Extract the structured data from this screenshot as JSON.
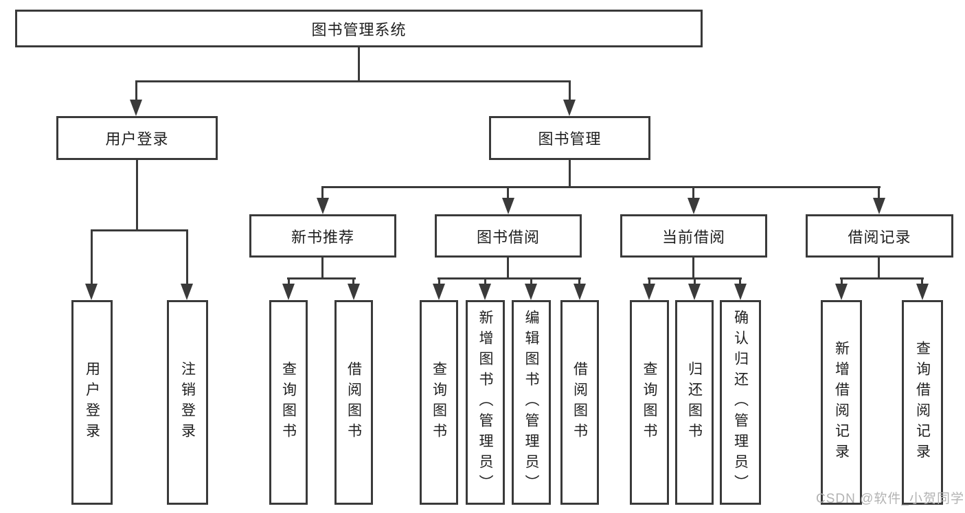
{
  "tree": {
    "label": "图书管理系统",
    "children": [
      {
        "label": "用户登录",
        "children": [
          {
            "label": "用户登录"
          },
          {
            "label": "注销登录"
          }
        ]
      },
      {
        "label": "图书管理",
        "children": [
          {
            "label": "新书推荐",
            "children": [
              {
                "label": "查询图书"
              },
              {
                "label": "借阅图书"
              }
            ]
          },
          {
            "label": "图书借阅",
            "children": [
              {
                "label": "查询图书"
              },
              {
                "label": "新增图书（管理员）"
              },
              {
                "label": "编辑图书（管理员）"
              },
              {
                "label": "借阅图书"
              }
            ]
          },
          {
            "label": "当前借阅",
            "children": [
              {
                "label": "查询图书"
              },
              {
                "label": "归还图书"
              },
              {
                "label": "确认归还（管理员）"
              }
            ]
          },
          {
            "label": "借阅记录",
            "children": [
              {
                "label": "新增借阅记录"
              },
              {
                "label": "查询借阅记录"
              }
            ]
          }
        ]
      }
    ]
  },
  "watermark": {
    "text": "CSDN @软件_小贺同学"
  },
  "colors": {
    "line": "#3a3a3a",
    "box_border": "#3a3a3a",
    "text": "#1f1f1f",
    "watermark": "#b3b3b3",
    "background": "#ffffff"
  }
}
